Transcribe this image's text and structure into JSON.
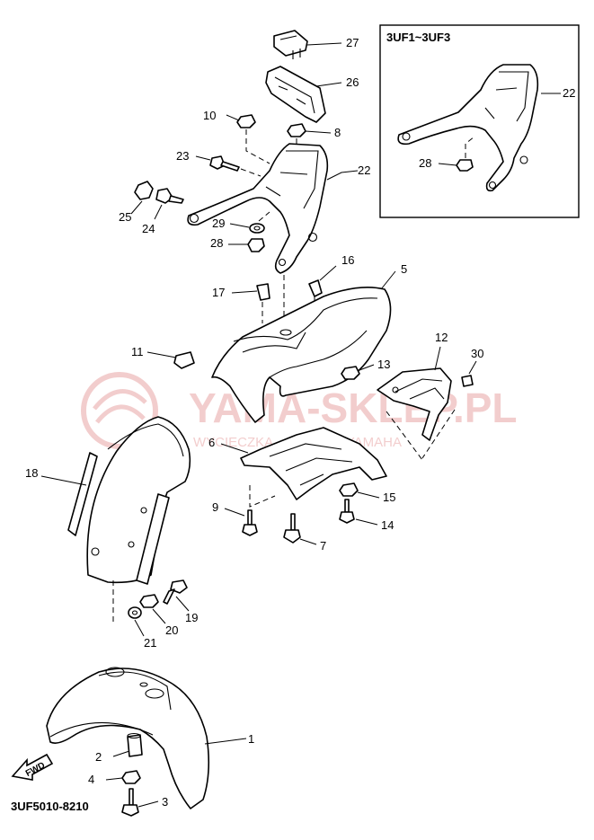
{
  "diagram_code": "3UF5010-8210",
  "inset_title": "3UF1~3UF3",
  "fwd_label": "FWD",
  "watermark": {
    "main": "YAMA-SKLEP.PL",
    "sub": "WYCIECZKA... DEALER YAMAHA",
    "color": "#e9a6a6"
  },
  "callouts": {
    "p1": "1",
    "p2": "2",
    "p3": "3",
    "p4": "4",
    "p5": "5",
    "p6": "6",
    "p7": "7",
    "p8": "8",
    "p9": "9",
    "p10": "10",
    "p11": "11",
    "p12": "12",
    "p13": "13",
    "p14": "14",
    "p15": "15",
    "p16": "16",
    "p17": "17",
    "p18": "18",
    "p19": "19",
    "p20": "20",
    "p21": "21",
    "p22": "22",
    "p22b": "22",
    "p23": "23",
    "p24": "24",
    "p25": "25",
    "p26": "26",
    "p27": "27",
    "p28": "28",
    "p28b": "28",
    "p29": "29",
    "p30": "30"
  }
}
